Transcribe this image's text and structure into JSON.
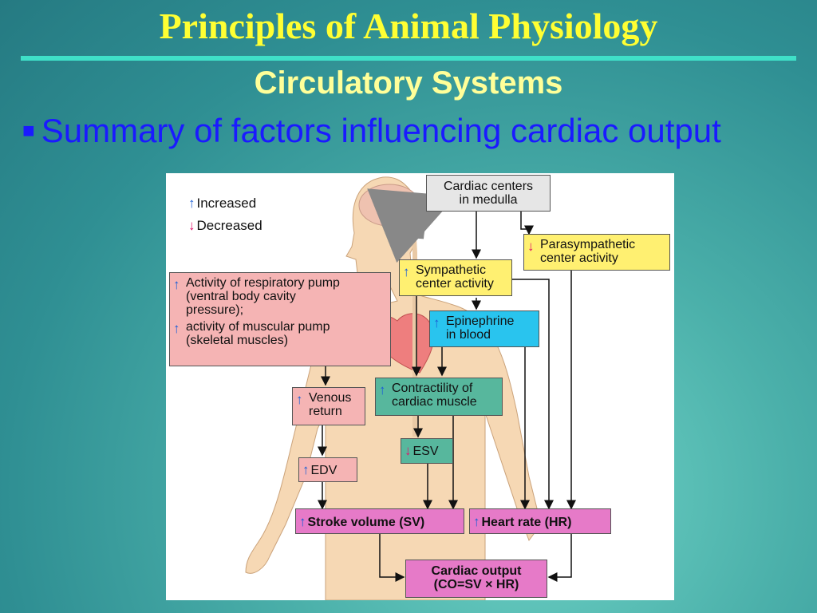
{
  "slide": {
    "title": "Principles of Animal Physiology",
    "subtitle": "Circulatory Systems",
    "bullet": "Summary of factors influencing cardiac output"
  },
  "legend": {
    "increased": "Increased",
    "decreased": "Decreased"
  },
  "nodes": {
    "cardiac_centers": "Cardiac centers\nin medulla",
    "parasympathetic": "Parasympathetic\ncenter activity",
    "sympathetic": "Sympathetic\ncenter activity",
    "epinephrine": "Epinephrine\nin blood",
    "pumps_1": "Activity of respiratory pump\n(ventral body cavity\npressure);",
    "pumps_2": "activity of muscular pump\n(skeletal muscles)",
    "venous_return": "Venous\nreturn",
    "contractility": "Contractility of\ncardiac muscle",
    "edv": "EDV",
    "esv": "ESV",
    "stroke_volume": "Stroke volume (SV)",
    "heart_rate": "Heart rate (HR)",
    "cardiac_output_1": "Cardiac output",
    "cardiac_output_2": "(CO=SV × HR)"
  },
  "colors": {
    "increase_arrow": "#1b5fd6",
    "decrease_arrow": "#e0126a",
    "title": "#ffff33",
    "bullet": "#1a1aff"
  }
}
